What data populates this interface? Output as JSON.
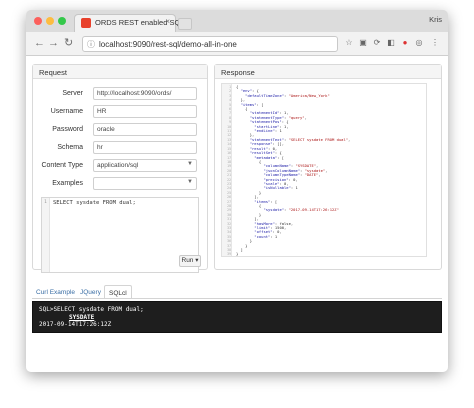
{
  "browser": {
    "tab_title": "ORDS REST enabled SQL",
    "tab_close": "×",
    "profile": "Kris",
    "url": "localhost:9090/rest-sql/demo-all-in-one",
    "back": "←",
    "forward": "→",
    "reload": "↻",
    "info": "ⓘ"
  },
  "request": {
    "title": "Request",
    "fields": [
      {
        "label": "Server",
        "value": "http://localhost:9090/ords/"
      },
      {
        "label": "Username",
        "value": "HR"
      },
      {
        "label": "Password",
        "value": "oracle"
      },
      {
        "label": "Schema",
        "value": "hr"
      },
      {
        "label": "Content Type",
        "value": "application/sql"
      },
      {
        "label": "Examples",
        "value": ""
      }
    ],
    "editor_line_number": "1",
    "editor_text": "SELECT sysdate FROM dual;",
    "run_label": "Run ▾"
  },
  "response": {
    "title": "Response"
  },
  "bottom_tabs": [
    "Curl Example",
    "JQuery",
    "SQLcl"
  ],
  "console": {
    "line1": "SQL>SELECT sysdate FROM dual;",
    "line2": "SYSDATE",
    "line3": "2017-09-14T17:26:12Z"
  }
}
